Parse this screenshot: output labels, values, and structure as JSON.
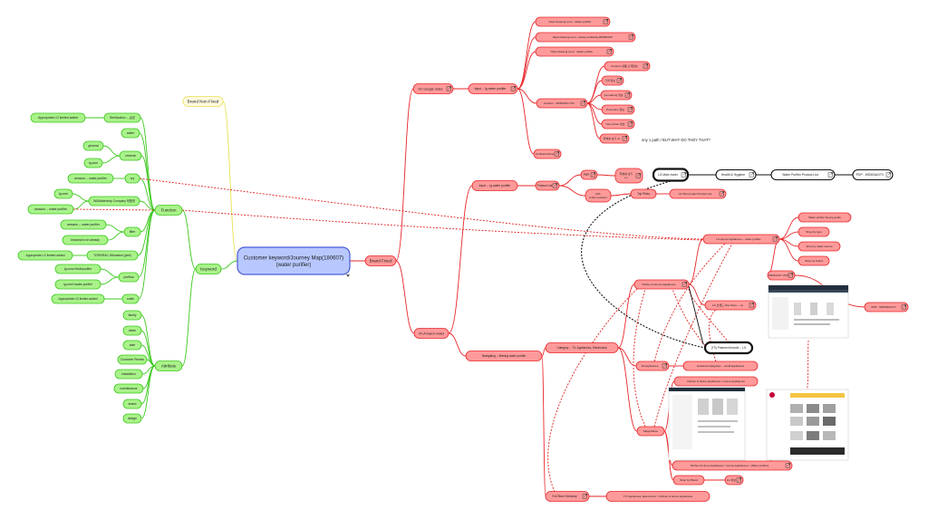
{
  "colors": {
    "green_fill": "#a9f28a",
    "green_stroke": "#3cc81e",
    "red_fill": "#ff9a9a",
    "red_stroke": "#e8262a",
    "yellow_fill": "#fffbe0",
    "yellow_stroke": "#e8e050",
    "blue_fill": "#b8c8ff",
    "blue_stroke": "#4a5cd6",
    "white_fill": "#ffffff",
    "black_stroke": "#111111",
    "link_red": "#e02020",
    "link_black": "#111111"
  },
  "nodes": {
    "root": "Customer keyword/Journey Map(180607)\n(water purifier)",
    "brand_non_fixed": "Brand Non-Fixed",
    "brand_fixed": "Brand Fixed",
    "keyword": "Keyword",
    "function": "Function",
    "attribute": "Attribute",
    "g_approp1": "Appropriate LG limited added",
    "g_sterilization": "Sterilization -- 살균",
    "g_water": "water",
    "g_general": "general",
    "g_mineral": "mineral",
    "g_lg_com": "lg.com",
    "g_amazon_wp1": "amazon -- water purifier",
    "g_cry": "cry",
    "g_lg_com2": "lg.com",
    "g_waterchip": "Wi&Waterchip Company 제품명",
    "g_amazon_wp2": "amazon -- water purifier",
    "g_amazon_wp3": "amazon -- water purifier",
    "g_filter": "filter",
    "g_naverpin": "#naverpin not already",
    "g_approp2": "Appropriate LG limited added",
    "g_torvirac": "TORVIRAC Wbeasted (pink)",
    "g_lgcom_wp": "lg.com/>fredt/purifier",
    "g_purifica": "purifica",
    "g_lgcom_wp2": "lg.com/>water-purifier",
    "g_approp3": "Appropriate LG limited added",
    "g_smile": "smile",
    "a_family": "family",
    "a_clean": "clean",
    "a_safe": "safe",
    "a_customer_review": "Customer Review",
    "a_installation": "installation",
    "a_maintenance": "maintenance",
    "a_brand": "brand",
    "a_design": "design",
    "r_google": "On Google Index",
    "r_amazon": "On Amazon Index",
    "r_input_lg1": "Input -- lg water purifier",
    "r_url1": "https://www.lg.com/.../water-purifier",
    "r_url2": "https://www.lg.com/.../water-purifier/lg-WD503ATF",
    "r_url3": "https://www.lg.com/.../water-purifier",
    "r_amazon_wd": "Amazon - WD503AT-TOV",
    "r_amazon_info": "Amazon 상품 소개정보",
    "r_price": "가격 정보",
    "r_compare": "Comparing 정보",
    "r_promo": "Promotion 정보",
    "r_user_photo": "User photo 정보",
    "r_review": "리뷰를 보기 ux",
    "r_lg_brand": "LG Brand Store",
    "r_input_lg2": "Input -- lg water purifier",
    "r_product_list": "Product List",
    "r_pdp": "PDP",
    "r_review2": "리뷰를 보기\nux",
    "r_cpl": "CPL\n(User reviews)",
    "r_top_picks": "Top Picks",
    "r_lg_shop": "LG Shop Index Product List",
    "r_lg_home_app": "LG Home Appliances -- water purifier",
    "r_buying_guide": "Water purifier buying guide",
    "r_shop_type": "Shop by type",
    "r_shop_usage": "Shop by water source",
    "r_shop_brand": "Shop by brand",
    "r_product_lst2": "PRODUCT LIST",
    "r_pdp_wd": "PDP - WD503AGTV",
    "r_lg_brand_nav": "LG 브랜드 Nav Store -- ux",
    "r_kitchen_home": "Kitchen & Home Appliances",
    "r_all_appliances": "All Appliances",
    "r_featured_cat": "Featured categories -- small appliances",
    "r_kitchen_home_app": "Kitchen & Home Appliances > Home Appliances",
    "r_mega_menu": "Mega Menu",
    "r_kitchen_home_wp": "Kitchen & Home Appliances > Home Appliances > Water purifiers",
    "r_shop_brand2": "Shop by Brand",
    "r_lg_brand_small": "LG 정보",
    "r_navigating": "Navigating -- filtering water purifier",
    "r_category": "Category -- TV, Appliances, Electronics",
    "r_full_store": "Full Store Directory",
    "r_tv_appliances": "TV, Appliances, Electronics > Kitchen & Home Appliances",
    "w_lg_main": "LG Main Index",
    "w_health": "Health & Hygiene",
    "w_water_list": "Water Purifier Product List",
    "w_pdp": "PDP - WD503AGTV",
    "w_featured_brands": "(TS) Featured brands -- LG",
    "annot_ux": "ony 1 path / BUT WHY DO THEY THAT?"
  }
}
